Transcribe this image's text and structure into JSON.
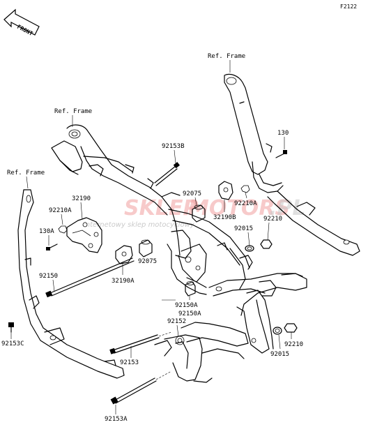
{
  "figure_code": "F2122",
  "front_label": "FRONT",
  "watermark": {
    "brand_a": "SKLEP",
    "brand_b": "MOTORS",
    "brand_c": ".PL",
    "tagline": "internetowy sklep motocyklowy"
  },
  "ref_labels": {
    "frame_top_right": "Ref. Frame",
    "frame_center": "Ref. Frame",
    "frame_left": "Ref. Frame"
  },
  "callouts": {
    "p92153B": "92153B",
    "p32190": "32190",
    "p92210A_left": "92210A",
    "p130A": "130A",
    "p92150": "92150",
    "p32190A": "32190A",
    "p92075_center": "92075",
    "p92153C": "92153C",
    "p92153": "92153",
    "p92153A": "92153A",
    "p92150A_1": "92150A",
    "p92150A_2": "92150A",
    "p92152": "92152",
    "p92075_right": "92075",
    "p32190B": "32190B",
    "p92210A_right": "92210A",
    "p130": "130",
    "p92015_top": "92015",
    "p92210_top": "92210",
    "p92210_bottom": "92210",
    "p92015_bottom": "92015"
  }
}
